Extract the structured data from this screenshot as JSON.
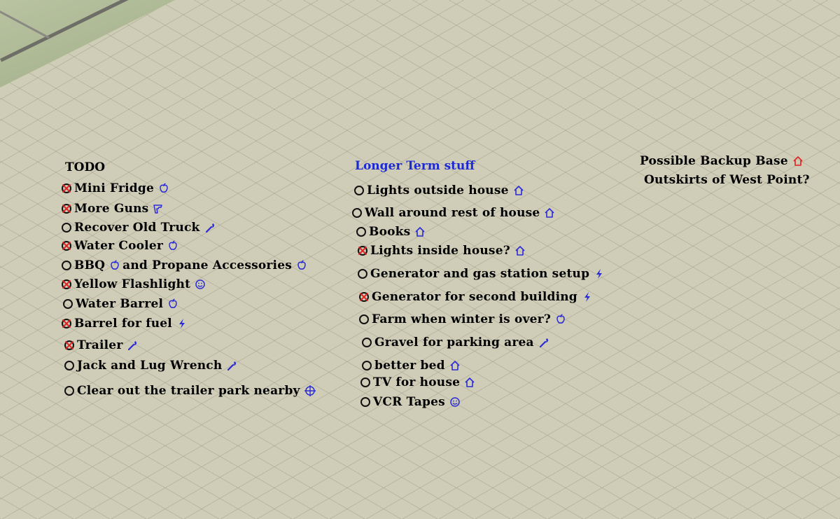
{
  "todo": {
    "title": "TODO",
    "items": [
      {
        "text": "Mini Fridge",
        "done": true,
        "icon": "apple"
      },
      {
        "text": "More Guns",
        "done": true,
        "icon": "gun"
      },
      {
        "text": "Recover Old Truck",
        "done": false,
        "icon": "wrench"
      },
      {
        "text": "Water Cooler",
        "done": true,
        "icon": "apple"
      },
      {
        "text": "BBQ",
        "done": false,
        "icon": "apple",
        "text2": "and Propane Accessories",
        "icon2": "apple"
      },
      {
        "text": "Yellow Flashlight",
        "done": true,
        "icon": "smiley"
      },
      {
        "text": "Water Barrel",
        "done": false,
        "icon": "apple"
      },
      {
        "text": "Barrel for fuel",
        "done": true,
        "icon": "lightning"
      },
      {
        "text": "Trailer",
        "done": true,
        "icon": "wrench"
      },
      {
        "text": "Jack and Lug Wrench",
        "done": false,
        "icon": "wrench"
      },
      {
        "text": "Clear out the trailer park nearby",
        "done": false,
        "icon": "crosshair"
      }
    ]
  },
  "longer_term": {
    "title": "Longer Term stuff",
    "items": [
      {
        "text": "Lights outside house",
        "done": false,
        "icon": "house"
      },
      {
        "text": "Wall around rest of house",
        "done": false,
        "icon": "house"
      },
      {
        "text": "Books",
        "done": false,
        "icon": "house"
      },
      {
        "text": "Lights inside house?",
        "done": true,
        "icon": "house"
      },
      {
        "text": "Generator and gas station setup",
        "done": false,
        "icon": "lightning"
      },
      {
        "text": "Generator for second building",
        "done": true,
        "icon": "lightning"
      },
      {
        "text": "Farm when winter is over?",
        "done": false,
        "icon": "apple"
      },
      {
        "text": "Gravel for parking area",
        "done": false,
        "icon": "wrench"
      },
      {
        "text": "better bed",
        "done": false,
        "icon": "house"
      },
      {
        "text": "TV for house",
        "done": false,
        "icon": "house"
      },
      {
        "text": "VCR Tapes",
        "done": false,
        "icon": "smiley"
      }
    ]
  },
  "backup": {
    "line1": "Possible Backup Base",
    "line1_icon": "house",
    "line1_icon_color": "#e02020",
    "line2": "Outskirts of West Point?"
  },
  "colors": {
    "ground": "#cfcdb7",
    "check_x": "#e02020",
    "icon_blue": "#2b2bd6",
    "heading_blue": "#1d2ad4"
  }
}
